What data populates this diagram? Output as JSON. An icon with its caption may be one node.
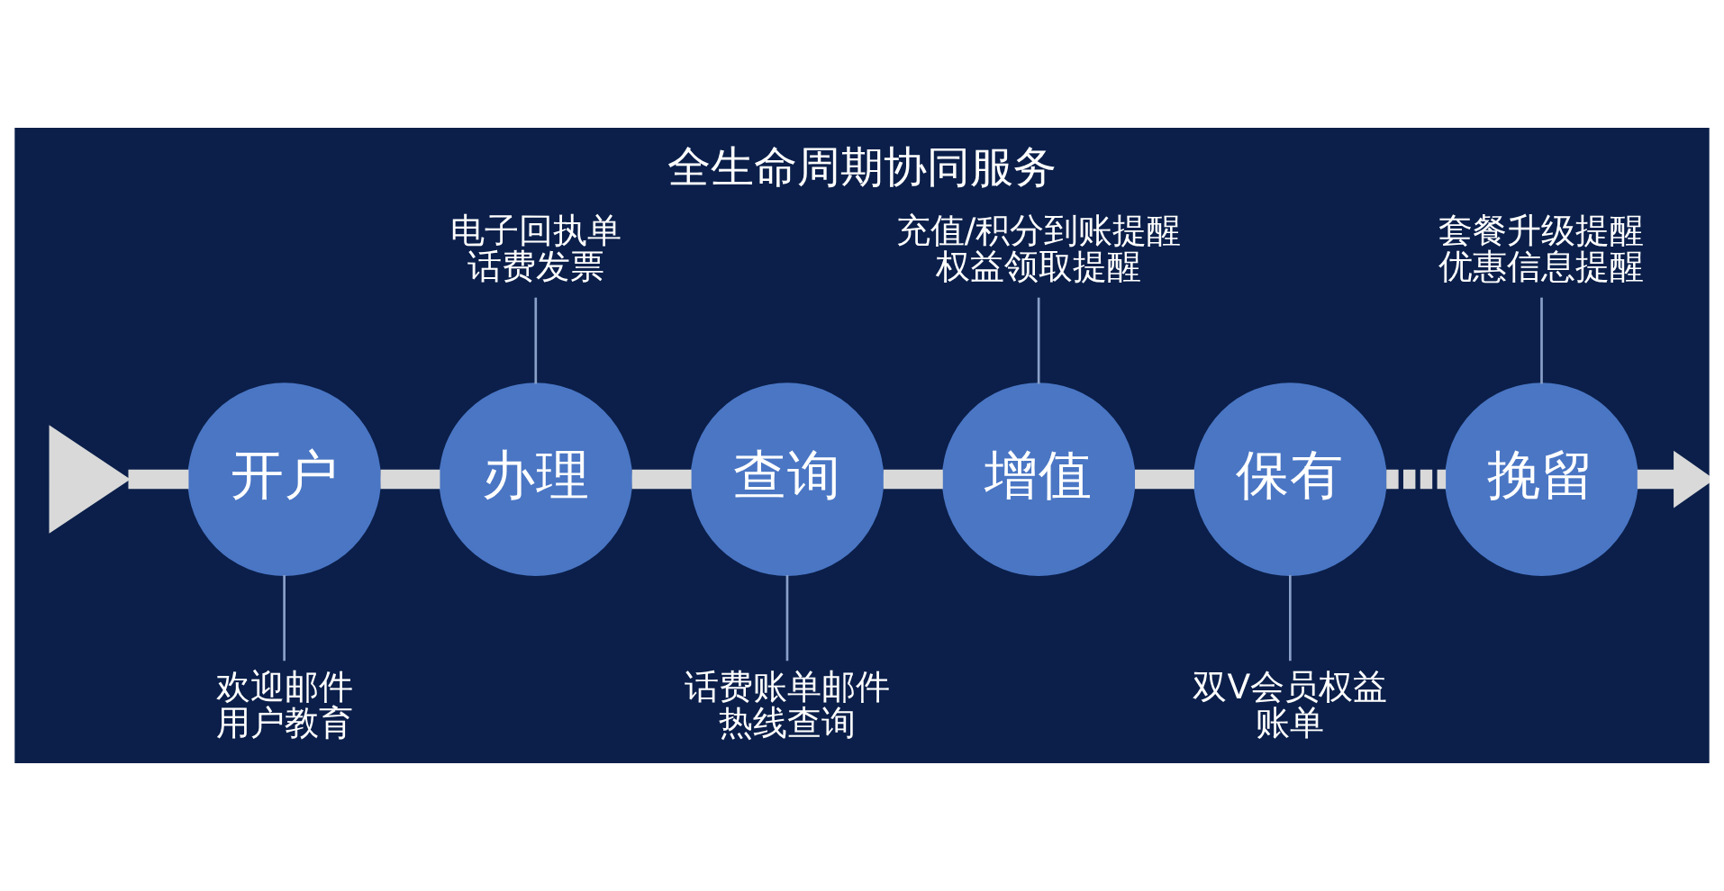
{
  "diagram": {
    "title": "全生命周期协同服务",
    "nodes": [
      {
        "text": [],
        "shape": "triangle"
      },
      {
        "text": [
          "开户"
        ]
      },
      {
        "text": [
          "办理"
        ]
      },
      {
        "text": [
          "查询"
        ]
      },
      {
        "text": [
          "增值"
        ]
      },
      {
        "text": [
          "保有"
        ]
      },
      {
        "text": [
          "挽留"
        ]
      },
      {
        "text": [
          "欢迎邮件",
          "用户教育"
        ]
      },
      {
        "text": [
          "电子回执单",
          "话费发票"
        ]
      },
      {
        "text": [
          "话费账单邮件",
          "热线查询"
        ]
      },
      {
        "text": [
          "充值/积分到账提醒",
          "权益领取提醒"
        ]
      },
      {
        "text": [
          "双V会员权益",
          "账单"
        ]
      },
      {
        "text": [
          "套餐升级提醒",
          "优惠信息提醒"
        ]
      }
    ],
    "edges": [
      {
        "from": 0,
        "to": 1,
        "arrow": "none"
      },
      {
        "from": 1,
        "to": 2,
        "arrow": "none"
      },
      {
        "from": 2,
        "to": 3,
        "arrow": "none"
      },
      {
        "from": 3,
        "to": 4,
        "arrow": "none"
      },
      {
        "from": 4,
        "to": 5,
        "arrow": "none"
      },
      {
        "from": 5,
        "to": 6,
        "arrow": "none",
        "style": "dashed"
      },
      {
        "from": 6,
        "to": null,
        "arrow": "to"
      },
      {
        "from": 1,
        "to": 7,
        "arrow": "none",
        "color": "#8aa0c8"
      },
      {
        "from": 8,
        "to": 2,
        "arrow": "none",
        "color": "#8aa0c8"
      },
      {
        "from": 3,
        "to": 9,
        "arrow": "none",
        "color": "#8aa0c8"
      },
      {
        "from": 10,
        "to": 4,
        "arrow": "none",
        "color": "#8aa0c8"
      },
      {
        "from": 5,
        "to": 11,
        "arrow": "none",
        "color": "#8aa0c8"
      },
      {
        "from": 12,
        "to": 6,
        "arrow": "none",
        "color": "#8aa0c8"
      }
    ]
  }
}
